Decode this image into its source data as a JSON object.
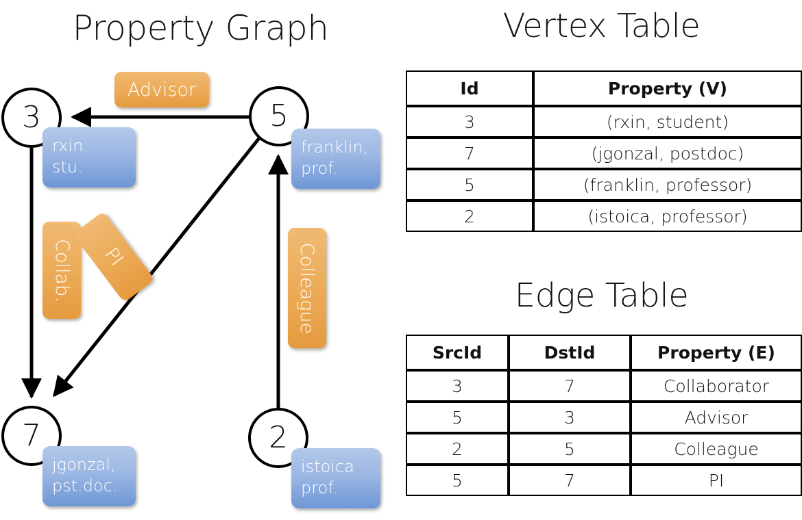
{
  "titles": {
    "property_graph": "Property Graph",
    "vertex_table": "Vertex Table",
    "edge_table": "Edge Table"
  },
  "graph": {
    "nodes": [
      {
        "id": "3",
        "card_line1": "rxin",
        "card_line2": "stu."
      },
      {
        "id": "5",
        "card_line1": "franklin,",
        "card_line2": "prof."
      },
      {
        "id": "7",
        "card_line1": "jgonzal,",
        "card_line2": "pst.doc."
      },
      {
        "id": "2",
        "card_line1": "istoica",
        "card_line2": "prof."
      }
    ],
    "edge_labels": [
      {
        "name": "advisor",
        "text": "Advisor"
      },
      {
        "name": "collab",
        "text": "Collab."
      },
      {
        "name": "pi",
        "text": "PI"
      },
      {
        "name": "colleague",
        "text": "Colleague"
      }
    ],
    "edges": [
      {
        "from": "5",
        "to": "3",
        "label": "Advisor"
      },
      {
        "from": "3",
        "to": "7",
        "label": "Collab."
      },
      {
        "from": "5",
        "to": "7",
        "label": "PI"
      },
      {
        "from": "2",
        "to": "5",
        "label": "Colleague"
      }
    ]
  },
  "vertex_table": {
    "headers": {
      "id": "Id",
      "property": "Property (V)"
    },
    "rows": [
      {
        "id": "3",
        "property": "(rxin, student)"
      },
      {
        "id": "7",
        "property": "(jgonzal, postdoc)"
      },
      {
        "id": "5",
        "property": "(franklin, professor)"
      },
      {
        "id": "2",
        "property": "(istoica, professor)"
      }
    ]
  },
  "edge_table": {
    "headers": {
      "src": "SrcId",
      "dst": "DstId",
      "property": "Property (E)"
    },
    "rows": [
      {
        "src": "3",
        "dst": "7",
        "property": "Collaborator"
      },
      {
        "src": "5",
        "dst": "3",
        "property": "Advisor"
      },
      {
        "src": "2",
        "dst": "5",
        "property": "Colleague"
      },
      {
        "src": "5",
        "dst": "7",
        "property": "PI"
      }
    ]
  },
  "colors": {
    "vertex_property_bg": "#d3e0f2",
    "edge_property_bg": "#f5ddc3",
    "node_card_blue": "#6e97d6",
    "edge_chip_orange": "#e59a3e",
    "stroke": "#000000"
  }
}
